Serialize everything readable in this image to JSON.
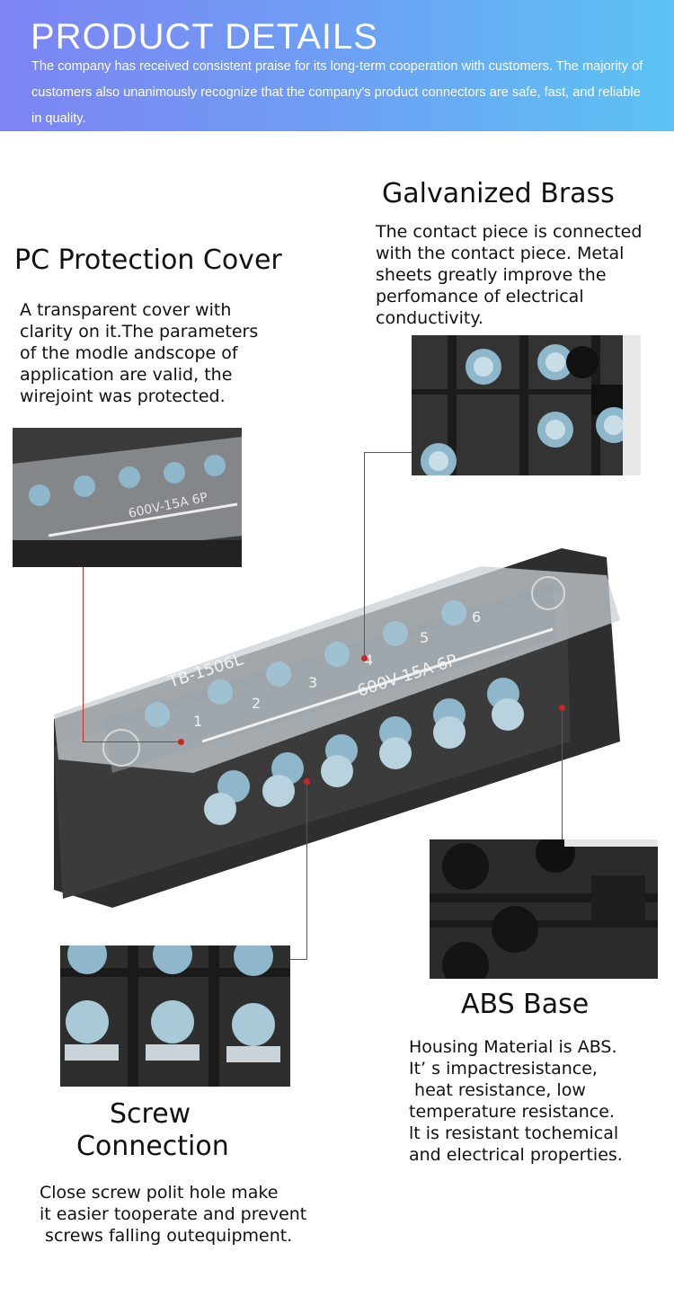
{
  "header": {
    "title": "PRODUCT DETAILS",
    "description": "The company has received consistent praise for its long-term cooperation with customers. The majority of customers also unanimously recognize that the company's product connectors are safe, fast, and reliable in quality."
  },
  "sections": {
    "galvanized_brass": {
      "title": "Galvanized Brass",
      "text": "The contact piece is connected\nwith the contact piece. Metal\nsheets greatly improve the\nperfomance of electrical\nconductivity."
    },
    "pc_cover": {
      "title": "PC Protection Cover",
      "text": "A transparent cover with\nclarity on it.The parameters\nof the modle andscope of\napplication are valid, the\nwirejoint was protected."
    },
    "abs_base": {
      "title": "ABS Base",
      "text": "Housing Material is ABS.\nIt’ s impactresistance,\n heat resistance, low\ntemperature resistance.\nlt is resistant tochemical\nand electrical properties."
    },
    "screw_connection": {
      "title_line1": "Screw",
      "title_line2": "Connection",
      "text": "Close screw polit hole make\nit easier tooperate and prevent\n screws falling outequipment."
    }
  },
  "product": {
    "model_label": "TB-1506L",
    "rating_label": "600V-15A 6P",
    "terminal_numbers": [
      "1",
      "2",
      "3",
      "4",
      "5",
      "6"
    ]
  },
  "colors": {
    "header_gradient_start": "#7d84f3",
    "header_gradient_end": "#5cc3f3",
    "callout_line": "#c62828",
    "housing": "#3b3b3b"
  }
}
